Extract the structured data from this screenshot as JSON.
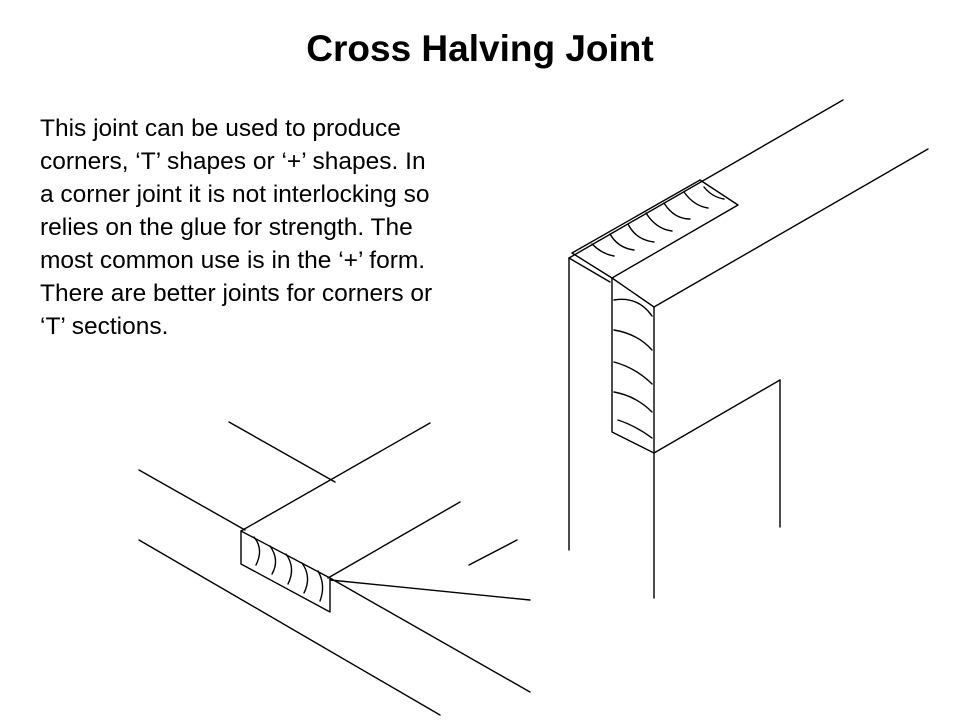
{
  "slide": {
    "title": "Cross Halving Joint",
    "body_lines": [
      "This joint can be used to produce",
      "corners, ‘T’ shapes or ‘+’ shapes. In",
      "a corner joint it is not interlocking so",
      "relies on the glue for strength. The",
      "most common use is in the ‘+’ form.",
      "There are better joints for corners or",
      "‘T’ sections."
    ]
  },
  "colors": {
    "background": "#ffffff",
    "text": "#000000",
    "line": "#000000"
  }
}
